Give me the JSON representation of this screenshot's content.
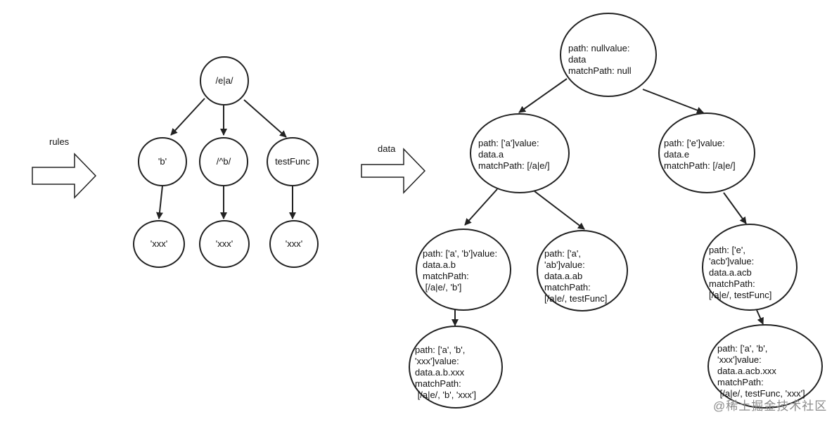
{
  "left_tree": {
    "input_label": "rules",
    "root": "/e|a/",
    "children": [
      {
        "key": "'b'",
        "value": "'xxx'"
      },
      {
        "key": "/^b/",
        "value": "'xxx'"
      },
      {
        "key": "testFunc",
        "value": "'xxx'"
      }
    ]
  },
  "right_tree": {
    "input_label": "data",
    "nodes": {
      "root": "path: nullvalue:\ndata\nmatchPath: null",
      "a": "path: ['a']value:\ndata.a\nmatchPath: [/a|e/]",
      "e": "path: ['e']value:\ndata.e\nmatchPath: [/a|e/]",
      "ab_b": "path: ['a', 'b']value:\ndata.a.b\nmatchPath:\n [/a|e/, 'b']",
      "ab": "path: ['a',\n'ab']value:\ndata.a.ab\nmatchPath:\n[/a|e/, testFunc]",
      "e_acb": "path: ['e',\n'acb']value:\ndata.a.acb\nmatchPath:\n[/a|e/, testFunc]",
      "ab_xxx": "path: ['a', 'b',\n'xxx']value:\ndata.a.b.xxx\nmatchPath:\n [/a|e/, 'b', 'xxx']",
      "acb_xxx": "path: ['a', 'b',\n'xxx']value:\ndata.a.acb.xxx\nmatchPath:\n [/a|e/, testFunc, 'xxx']"
    }
  },
  "watermark": "@稀土掘金技术社区"
}
